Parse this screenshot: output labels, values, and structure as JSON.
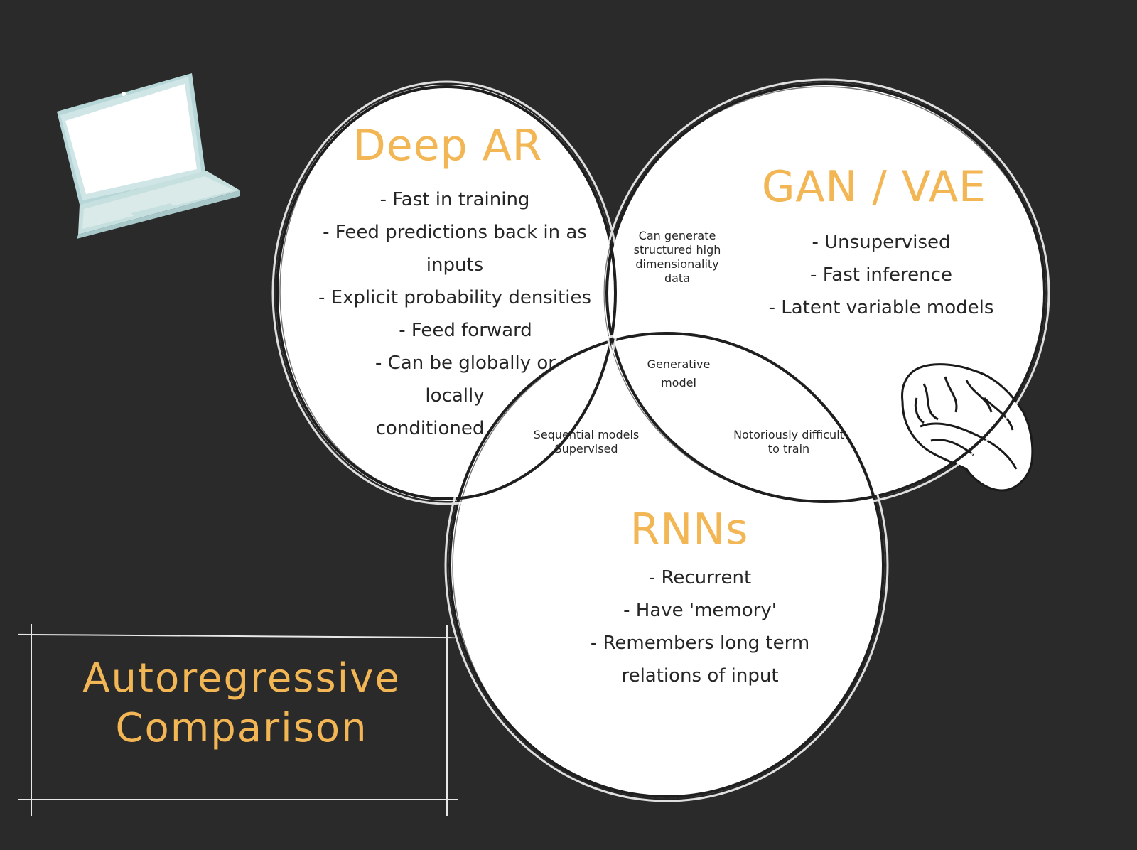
{
  "slide": {
    "title_lines": [
      "Autoregressive",
      "Comparison"
    ],
    "background_color": "#2a2a2a",
    "accent_color": "#f3b655",
    "text_color": "#262626"
  },
  "circles": {
    "deep_ar": {
      "title": "Deep AR",
      "bullets": [
        "- Fast in training",
        "- Feed predictions back in as",
        "inputs",
        "- Explicit probability densities",
        "- Feed forward",
        "- Can be globally or",
        "locally",
        "conditioned"
      ]
    },
    "gan_vae": {
      "title": "GAN / VAE",
      "bullets": [
        "- Unsupervised",
        "- Fast inference",
        "- Latent variable models"
      ]
    },
    "rnns": {
      "title": "RNNs",
      "bullets": [
        "- Recurrent",
        "- Have 'memory'",
        "-  Remembers long term",
        "relations of input"
      ]
    }
  },
  "overlaps": {
    "deep_ar_gan_vae": [
      "Can generate",
      "structured high",
      "dimensionality",
      "data"
    ],
    "all_three": [
      "Generative",
      "model"
    ],
    "deep_ar_rnns": [
      "Sequential models",
      "Supervised"
    ],
    "gan_vae_rnns": [
      "Notoriously difficult",
      "to train"
    ]
  },
  "decorations": {
    "laptop": "laptop-icon",
    "brain": "brain-icon"
  }
}
